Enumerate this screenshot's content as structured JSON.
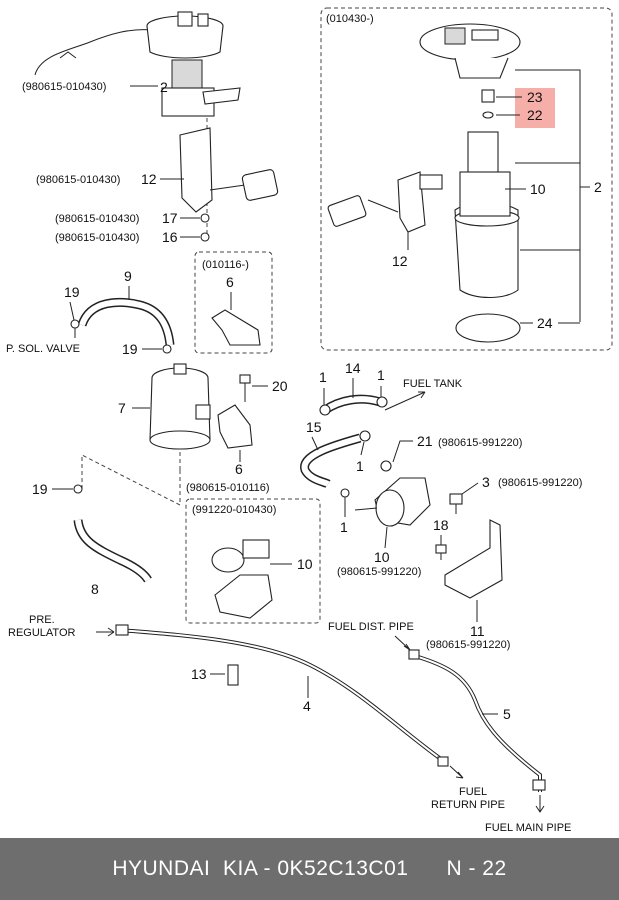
{
  "colors": {
    "highlight": "#f4a09a",
    "footer_bg": "#6e6e6e",
    "footer_text": "#ffffff"
  },
  "diagram": {
    "group_010430": "(010430-)",
    "group_010116": "(010116-)",
    "group_991220": "(991220-010430)",
    "labels": {
      "p1_980615_010430": "(980615-010430)",
      "p2_980615_010430": "(980615-010430)",
      "p3_980615_010430": "(980615-010430)",
      "p4_980615_010430": "(980615-010430)",
      "p5_980615_010116": "(980615-010116)",
      "p6_980615_991220": "(980615-991220)",
      "p7_980615_991220": "(980615-991220)",
      "p8_980615_991220": "(980615-991220)",
      "p9_980615_991220": "(980615-991220)",
      "p_sol_valve": "P. SOL. VALVE",
      "fuel_tank": "FUEL TANK",
      "pre_regulator_1": "PRE.",
      "pre_regulator_2": "REGULATOR",
      "fuel_dist_pipe": "FUEL DIST. PIPE",
      "fuel_return_1": "FUEL",
      "fuel_return_2": "RETURN PIPE",
      "fuel_main_pipe": "FUEL MAIN PIPE"
    },
    "numbers": {
      "n2_left": "2",
      "n12_left": "12",
      "n17": "17",
      "n16": "16",
      "n23": "23",
      "n22": "22",
      "n10_right": "10",
      "n2_right": "2",
      "n12_right": "12",
      "n24": "24",
      "n9": "9",
      "n19_a": "19",
      "n19_b": "19",
      "n6_a": "6",
      "n20": "20",
      "n7": "7",
      "n6_b": "6",
      "n14": "14",
      "n1_a": "1",
      "n1_b": "1",
      "n15": "15",
      "n21": "21",
      "n1_c": "1",
      "n1_d": "1",
      "n3": "3",
      "n18": "18",
      "n10_mid": "10",
      "n10_box": "10",
      "n11": "11",
      "n19_c": "19",
      "n8": "8",
      "n13": "13",
      "n4": "4",
      "n5": "5"
    }
  },
  "footer": {
    "brand": "HYUNDAI  KIA - 0K52C13C01",
    "page": "N - 22"
  }
}
